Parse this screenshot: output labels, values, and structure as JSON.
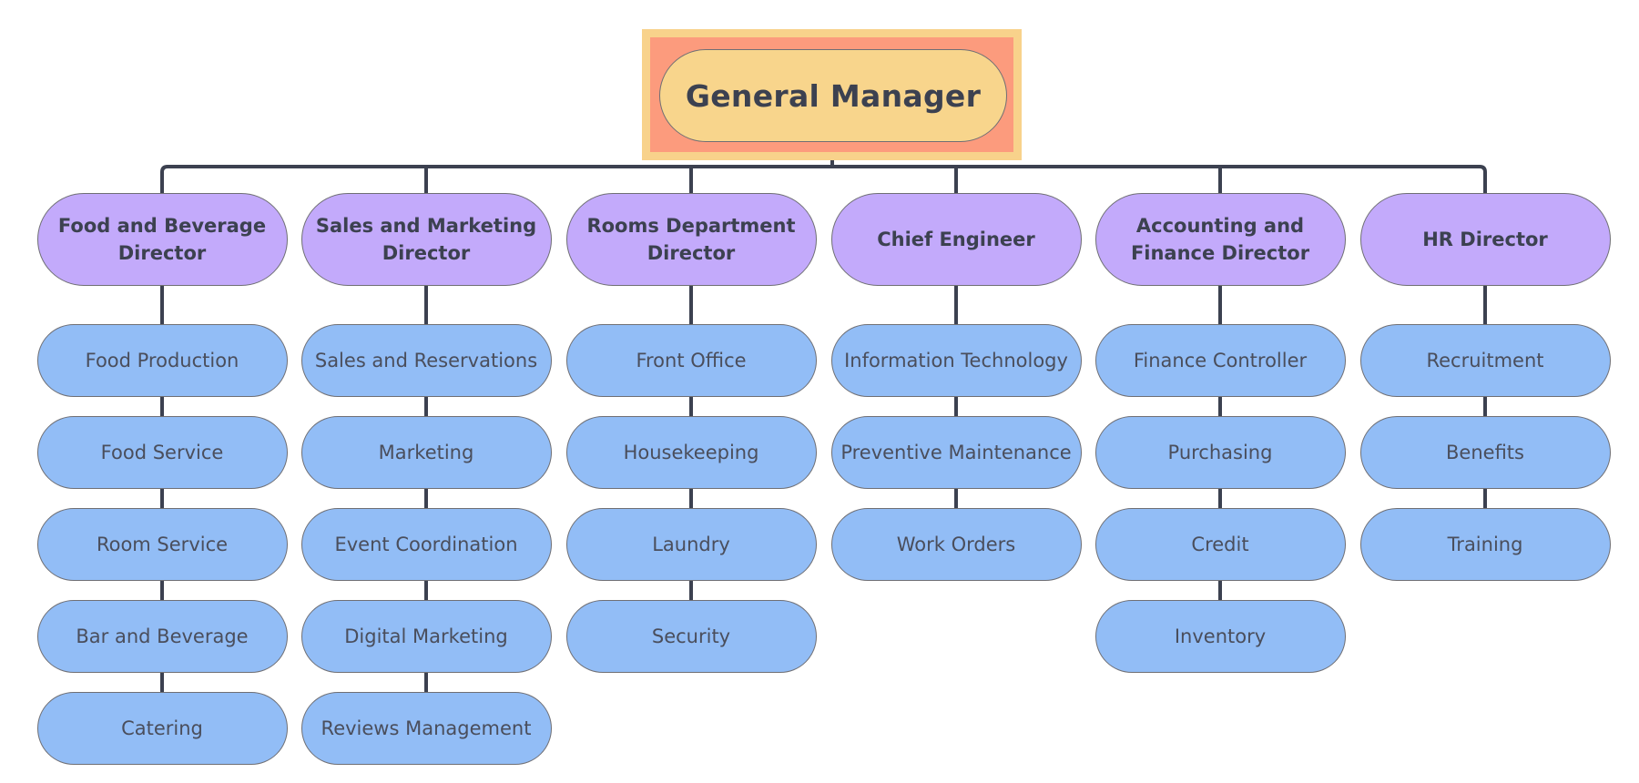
{
  "root": {
    "label": "General Manager"
  },
  "departments": [
    {
      "director": "Food and Beverage Director",
      "items": [
        "Food Production",
        "Food Service",
        "Room Service",
        "Bar and Beverage",
        "Catering"
      ]
    },
    {
      "director": "Sales and Marketing Director",
      "items": [
        "Sales and Reservations",
        "Marketing",
        "Event Coordination",
        "Digital Marketing",
        "Reviews Management"
      ]
    },
    {
      "director": "Rooms Department Director",
      "items": [
        "Front Office",
        "Housekeeping",
        "Laundry",
        "Security"
      ]
    },
    {
      "director": "Chief Engineer",
      "items": [
        "Information Technology",
        "Preventive Maintenance",
        "Work Orders"
      ]
    },
    {
      "director": "Accounting and Finance Director",
      "items": [
        "Finance Controller",
        "Purchasing",
        "Credit",
        "Inventory"
      ]
    },
    {
      "director": "HR Director",
      "items": [
        "Recruitment",
        "Benefits",
        "Training"
      ]
    }
  ],
  "colors": {
    "root_fill": "#f8d58c",
    "root_frame_outer": "#f8d28b",
    "root_frame_inner": "#fc9b7d",
    "director_fill": "#c3aafb",
    "item_fill": "#92bdf6",
    "connector": "#3c4150",
    "text": "#3c4150"
  }
}
